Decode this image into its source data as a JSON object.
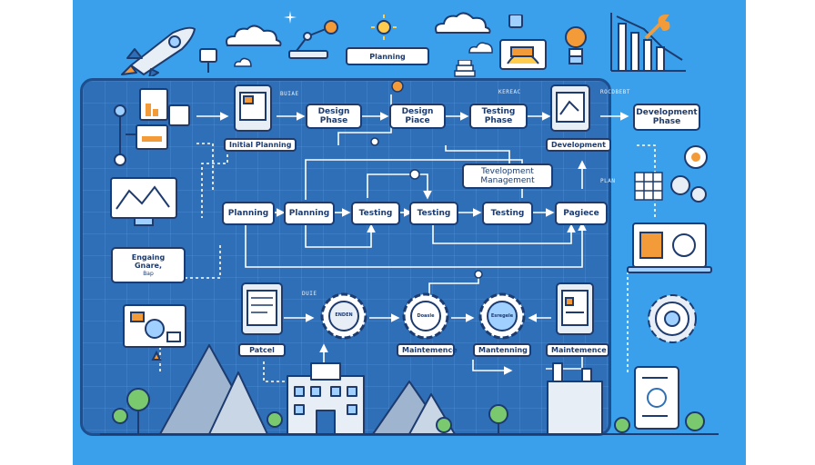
{
  "top_banner": "Planning",
  "flow_row1": [
    {
      "id": "design",
      "label": "Design\nPhase"
    },
    {
      "id": "design2",
      "label": "Design\nPiace"
    },
    {
      "id": "testing-phase",
      "label": "Testing\nPhase"
    },
    {
      "id": "dev-phase",
      "label": "Development\nPhase"
    }
  ],
  "labels_row1": {
    "initial": "Initial Planning",
    "development": "Development",
    "small_a": "BUIAE",
    "small_b": "KEREAC",
    "small_c": "ROCDBEBT"
  },
  "management_box": "Tevelopment\nManagement",
  "small_plan": "PLAN",
  "flow_row2": [
    {
      "id": "planning1",
      "label": "Planning"
    },
    {
      "id": "planning2",
      "label": "Planning"
    },
    {
      "id": "testing1",
      "label": "Testing"
    },
    {
      "id": "testing2",
      "label": "Testing"
    },
    {
      "id": "testing3",
      "label": "Testing"
    },
    {
      "id": "pagiece",
      "label": "Pagiece"
    }
  ],
  "left_note": {
    "line1": "Engaing",
    "line2": "Gnare,",
    "line3": "Bap"
  },
  "row3": {
    "parcel": "Patcel",
    "maint1": "Maintemence",
    "maint2": "Mantenning",
    "maint3": "Maintemence",
    "gear1": "ENDEN",
    "gear2": "Doasle",
    "gear3": "Esregele",
    "small_d": "DUIE"
  },
  "colors": {
    "background": "#3aa0ec",
    "board": "#2f6fb7",
    "ink": "#1d3b6e",
    "accent": "#f29b38"
  }
}
